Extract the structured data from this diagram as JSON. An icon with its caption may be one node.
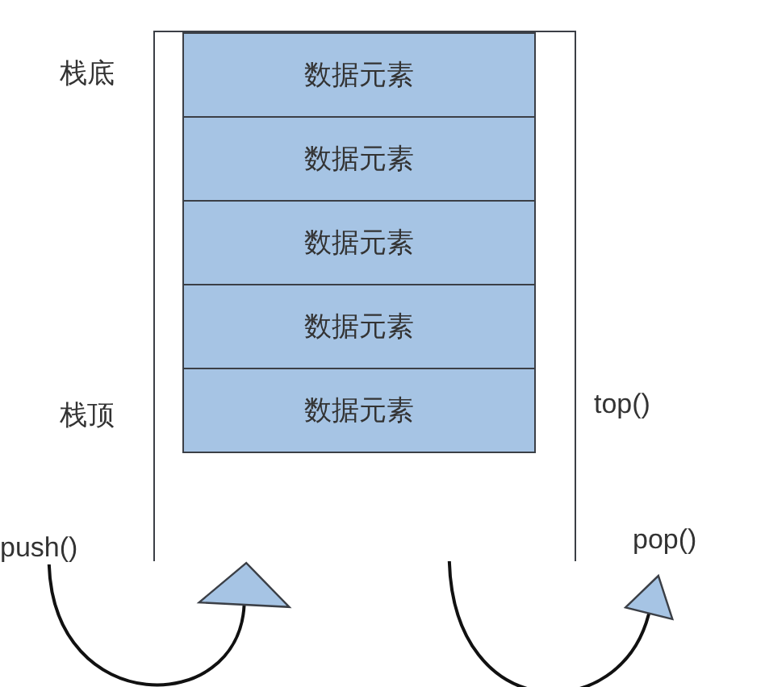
{
  "diagram": {
    "nodes": [
      {
        "text": [],
        "shape": "box"
      },
      {
        "text": [
          "数据元素"
        ],
        "in": 0
      },
      {
        "text": [
          "数据元素"
        ],
        "in": 0
      },
      {
        "text": [
          "数据元素"
        ],
        "in": 0
      },
      {
        "text": [
          "数据元素"
        ],
        "in": 0
      },
      {
        "text": [
          "数据元素"
        ],
        "in": 0
      },
      {
        "text": [
          "push()"
        ]
      },
      {
        "text": [
          "pop()"
        ]
      }
    ],
    "edges": [
      {
        "from": 6,
        "to": 0,
        "arrow": "to"
      },
      {
        "from": 0,
        "to": 7,
        "arrow": "to"
      }
    ],
    "labels": [
      "栈底",
      "栈顶",
      "top()"
    ]
  }
}
